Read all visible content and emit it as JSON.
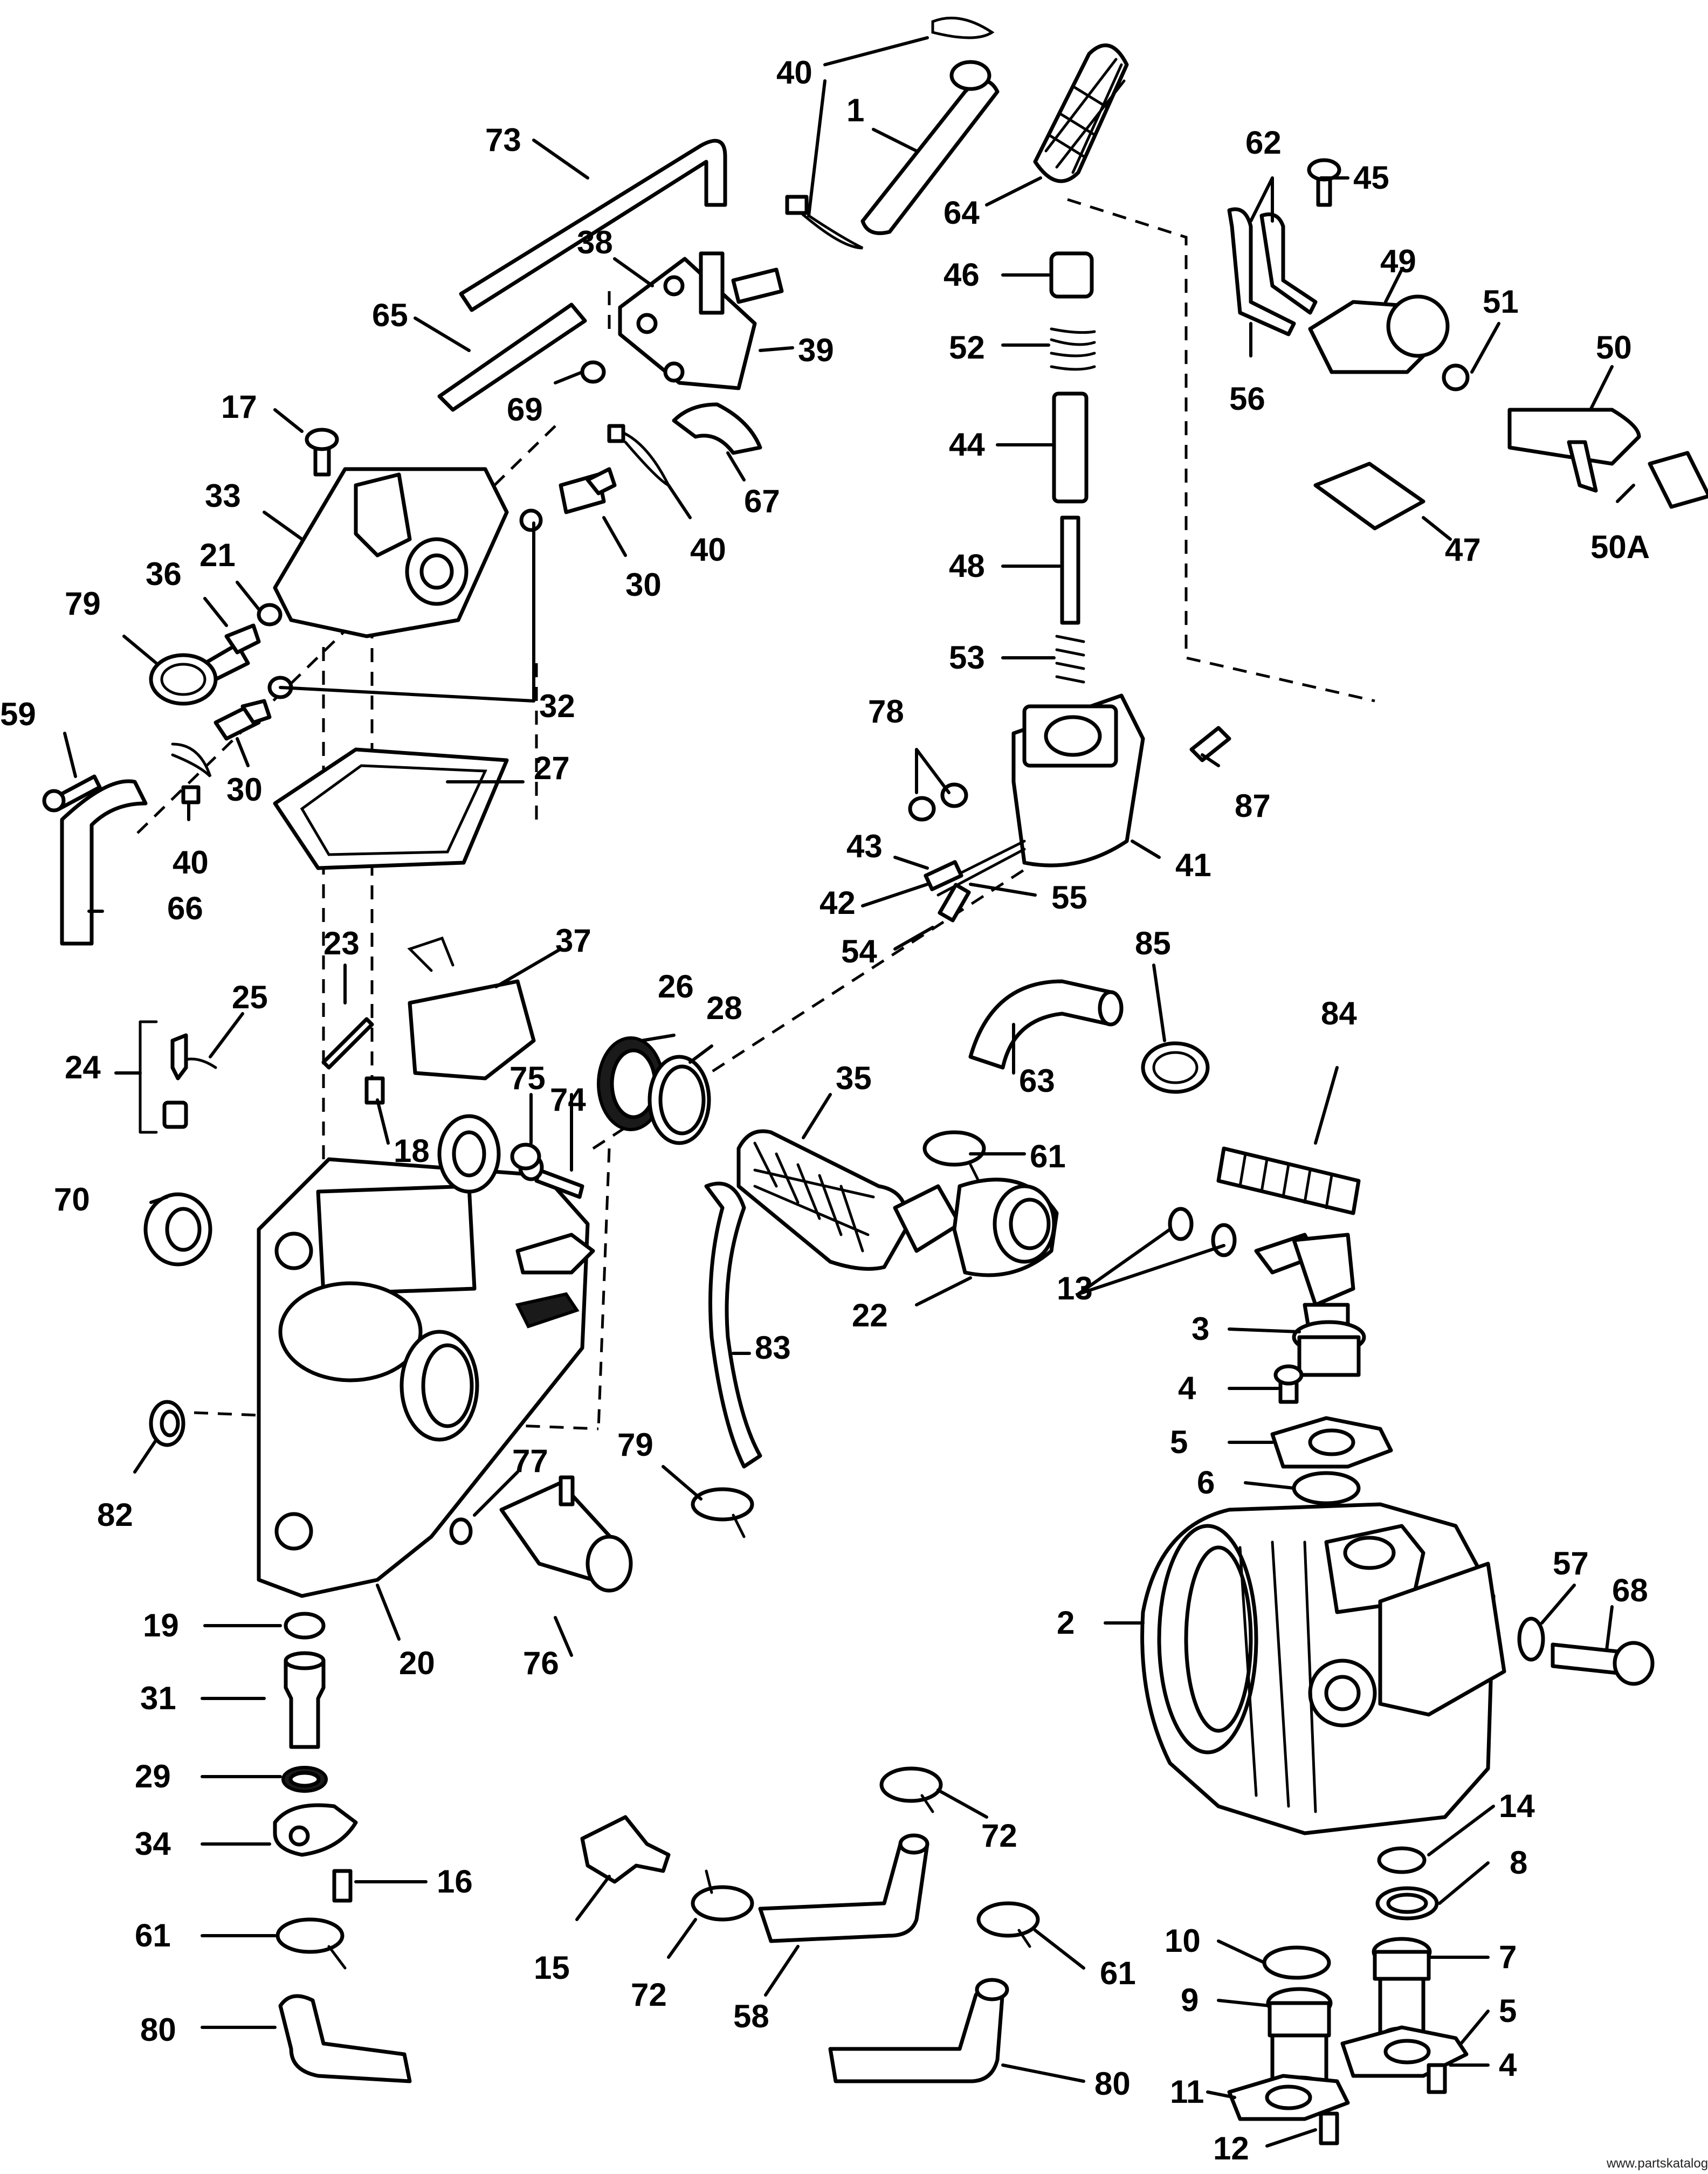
{
  "watermark": "www.partskatalog.ru",
  "callouts": {
    "c40a": "40",
    "c1": "1",
    "c73": "73",
    "c64": "64",
    "c62": "62",
    "c45": "45",
    "c38": "38",
    "c65": "65",
    "c39": "39",
    "c46": "46",
    "c52": "52",
    "c49": "49",
    "c51": "51",
    "c50": "50",
    "c69": "69",
    "c56": "56",
    "c17": "17",
    "c44": "44",
    "c67": "67",
    "c33": "33",
    "c40b": "40",
    "c30a": "30",
    "c47": "47",
    "c50a": "50A",
    "c48": "48",
    "c21": "21",
    "c36": "36",
    "c79a": "79",
    "c53": "53",
    "c32": "32",
    "c59": "59",
    "c30b": "30",
    "c78": "78",
    "c87": "87",
    "c27": "27",
    "c40c": "40",
    "c43": "43",
    "c41": "41",
    "c66": "66",
    "c42": "42",
    "c55": "55",
    "c54": "54",
    "c23": "23",
    "c37": "37",
    "c85": "85",
    "c25": "25",
    "c26": "26",
    "c28": "28",
    "c84": "84",
    "c24": "24",
    "c35": "35",
    "c75": "75",
    "c74": "74",
    "c63": "63",
    "c18": "18",
    "c61a": "61",
    "c70": "70",
    "c13": "13",
    "c22": "22",
    "c83": "83",
    "c3": "3",
    "c4a": "4",
    "c5a": "5",
    "c6": "6",
    "c77": "77",
    "c79b": "79",
    "c82": "82",
    "c2": "2",
    "c57": "57",
    "c68": "68",
    "c19": "19",
    "c20": "20",
    "c76": "76",
    "c31": "31",
    "c14": "14",
    "c29": "29",
    "c72a": "72",
    "c8": "8",
    "c34": "34",
    "c16": "16",
    "c10": "10",
    "c7": "7",
    "c61b": "61",
    "c15": "15",
    "c72b": "72",
    "c58": "58",
    "c61c": "61",
    "c9": "9",
    "c5b": "5",
    "c80a": "80",
    "c80b": "80",
    "c11": "11",
    "c4b": "4",
    "c12": "12"
  }
}
